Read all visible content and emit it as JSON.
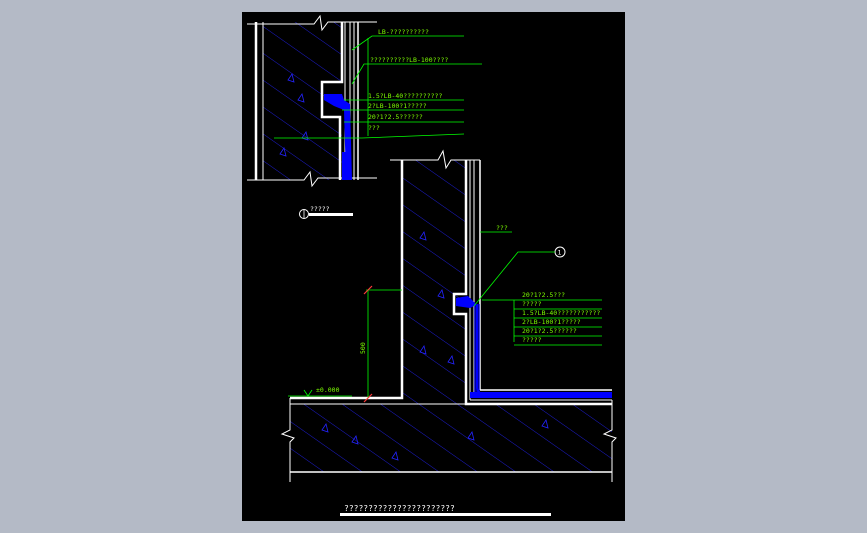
{
  "drawing": {
    "detail_label": "?????",
    "detail_marker": "1",
    "title": "???????????????????????",
    "dimension_500": "500",
    "elevation": "±0.000",
    "upper_callouts": [
      "LB-??????????",
      "??????????LB-100????",
      "1.5?LB-40??????????",
      "2?LB-100?1?????",
      "20?1?2.5??????",
      "???"
    ],
    "wall_label": "???",
    "lower_callouts": [
      "20?1?2.5???",
      "?????",
      "1.5?LB-40???????????",
      "2?LB-100?1?????",
      "20?1?2.5??????",
      "?????"
    ]
  },
  "colors": {
    "background": "#b4bac6",
    "sheet": "#000000",
    "leader": "#00ff00",
    "waterproof": "#0000ff",
    "hatch": "#2323ff",
    "line": "#ffffff",
    "dimension": "#ff3b3b"
  }
}
